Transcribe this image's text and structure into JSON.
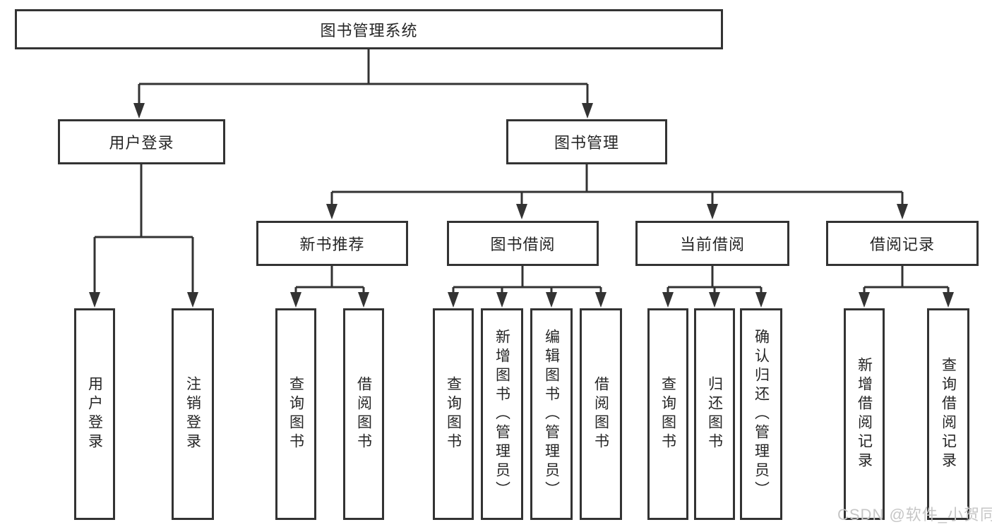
{
  "tree": {
    "label": "图书管理系统",
    "children": [
      {
        "label": "用户登录",
        "children": [
          {
            "label": "用户登录"
          },
          {
            "label": "注销登录"
          }
        ]
      },
      {
        "label": "图书管理",
        "children": [
          {
            "label": "新书推荐",
            "children": [
              {
                "label": "查询图书"
              },
              {
                "label": "借阅图书"
              }
            ]
          },
          {
            "label": "图书借阅",
            "children": [
              {
                "label": "查询图书"
              },
              {
                "label": "新增图书（管理员）"
              },
              {
                "label": "编辑图书（管理员）"
              },
              {
                "label": "借阅图书"
              }
            ]
          },
          {
            "label": "当前借阅",
            "children": [
              {
                "label": "查询图书"
              },
              {
                "label": "归还图书"
              },
              {
                "label": "确认归还（管理员）"
              }
            ]
          },
          {
            "label": "借阅记录",
            "children": [
              {
                "label": "新增借阅记录"
              },
              {
                "label": "查询借阅记录"
              }
            ]
          }
        ]
      }
    ]
  },
  "watermark": "CSDN @软件_小贺同学",
  "colors": {
    "line": "#333333",
    "box_border": "#333333",
    "box_fill": "#ffffff",
    "text": "#262626",
    "watermark": "#c6c6c6",
    "background": "#ffffff"
  }
}
